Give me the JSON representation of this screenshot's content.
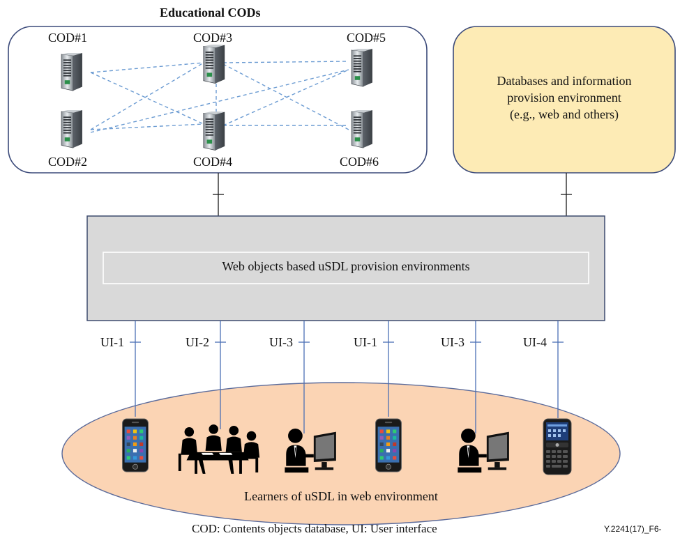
{
  "cod_group": {
    "title": "Educational CODs",
    "servers": [
      {
        "label": "COD#1"
      },
      {
        "label": "COD#2"
      },
      {
        "label": "COD#3"
      },
      {
        "label": "COD#4"
      },
      {
        "label": "COD#5"
      },
      {
        "label": "COD#6"
      }
    ]
  },
  "databases_box": {
    "lines": [
      "Databases and information",
      "provision environment",
      "(e.g., web and others)"
    ]
  },
  "provision_box": {
    "label": "Web objects based uSDL provision environments"
  },
  "interfaces": [
    {
      "label": "UI-1",
      "device": "smartphone-icon"
    },
    {
      "label": "UI-2",
      "device": "meeting-group-icon"
    },
    {
      "label": "UI-3",
      "device": "desktop-user-icon"
    },
    {
      "label": "UI-1",
      "device": "smartphone-icon"
    },
    {
      "label": "UI-3",
      "device": "desktop-user-icon"
    },
    {
      "label": "UI-4",
      "device": "blackberry-phone-icon"
    }
  ],
  "learners": {
    "label": "Learners of uSDL in web environment"
  },
  "footnote": "COD: Contents objects database, UI: User interface",
  "figure_id": "Y.2241(17)_F6-",
  "colors": {
    "cod_border": "#3b4a7a",
    "db_fill": "#fdebb5",
    "provision_fill": "#d9d9d9",
    "provision_border": "#3d4a6e",
    "learners_fill": "#fbd4b4",
    "link_line": "#4a6fb5",
    "dashed_line": "#6b9bd2"
  }
}
